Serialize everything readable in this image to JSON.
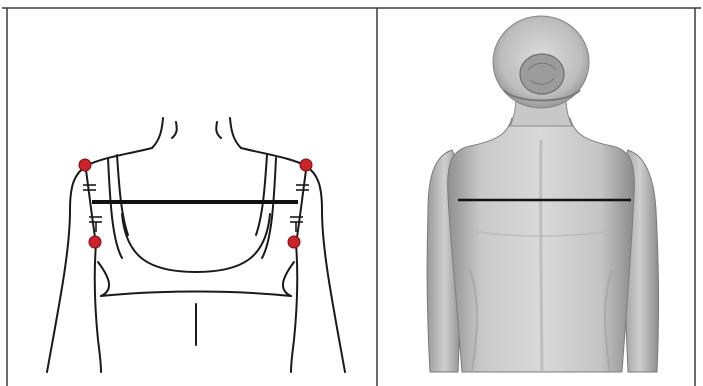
{
  "colors": {
    "border": "#3a3a3a",
    "outline": "#1a1a1a",
    "measure_line": "#111111",
    "landmark": "#cc2229",
    "scan_light": "#d6d6d6",
    "scan_mid": "#a9a9a9",
    "scan_dark": "#6f6f6f"
  },
  "panels": [
    {
      "id": "left",
      "content": "line-drawing-back-view"
    },
    {
      "id": "right",
      "content": "3d-body-scan-back-view"
    }
  ],
  "landmarks": {
    "count": 4,
    "color_name": "red"
  },
  "measurement": {
    "type": "horizontal-line",
    "count": 2
  }
}
